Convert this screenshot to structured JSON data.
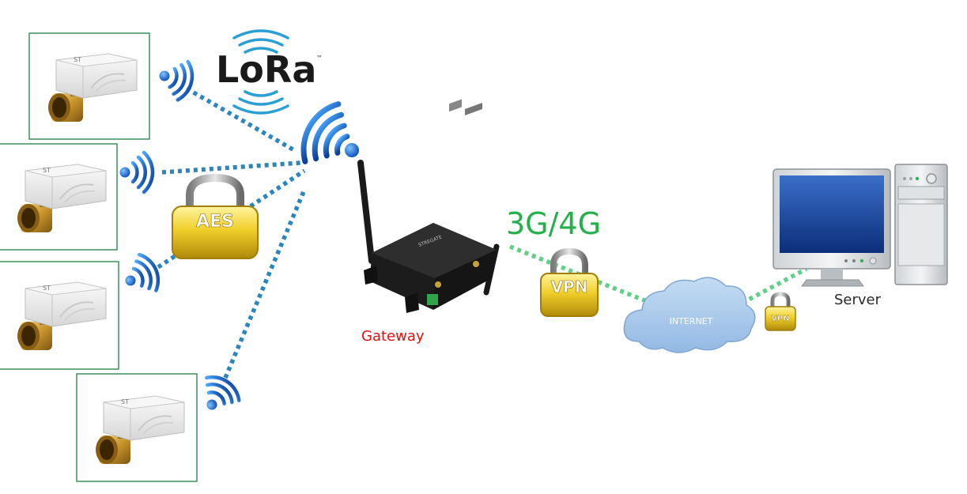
{
  "logo": {
    "text": "LoRa",
    "trademark": "™"
  },
  "encryption": {
    "aes_label": "AES",
    "vpn_label_cellular": "VPN",
    "vpn_label_server": "VPN"
  },
  "gateway": {
    "label": "Gateway",
    "brand_text": "STREGATE"
  },
  "network": {
    "cellular_label": "3G/4G",
    "cloud_label": "INTERNET"
  },
  "server": {
    "label": "Server"
  },
  "colors": {
    "lora_link": "#2a86bf",
    "cellular_link": "#5fd08a",
    "cellular_label": "#23b04b",
    "gateway_label": "#e01010",
    "cloud_fill": "#a9cbec",
    "lock_gold": "#e6c21e",
    "box_border": "#3c8f5a"
  },
  "icons": [
    "wifi-signal-icon",
    "padlock-icon",
    "cloud-icon",
    "computer-icon",
    "router-icon",
    "valve-icon"
  ]
}
